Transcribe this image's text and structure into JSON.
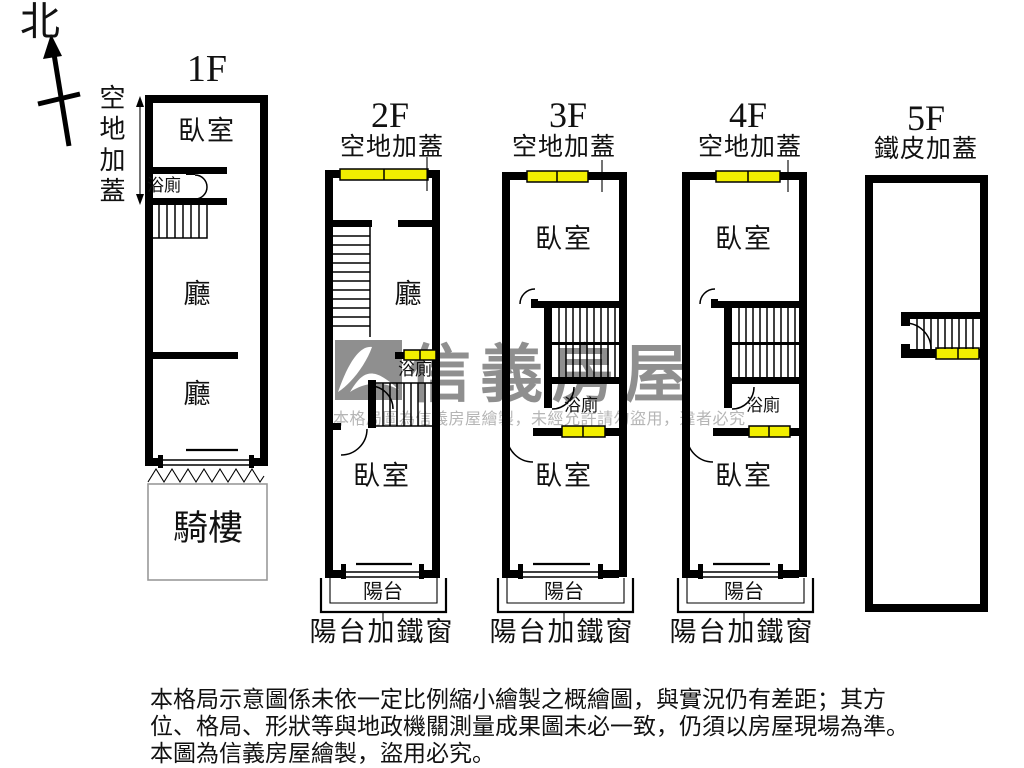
{
  "compass": {
    "north": "北"
  },
  "f1": {
    "title": "1F",
    "side_label": "空地加蓋",
    "bedroom": "臥室",
    "bath": "浴廁",
    "hall_upper": "廳",
    "hall_lower": "廳",
    "arcade": "騎樓"
  },
  "f2": {
    "title": "2F",
    "top_label": "空地加蓋",
    "hall": "廳",
    "bath": "浴廁",
    "bedroom": "臥室",
    "balcony": "陽台",
    "bottom_label": "陽台加鐵窗"
  },
  "f3": {
    "title": "3F",
    "top_label": "空地加蓋",
    "bedroom_top": "臥室",
    "bath": "浴廁",
    "bedroom": "臥室",
    "balcony": "陽台",
    "bottom_label": "陽台加鐵窗"
  },
  "f4": {
    "title": "4F",
    "top_label": "空地加蓋",
    "bedroom_top": "臥室",
    "bath": "浴廁",
    "bedroom": "臥室",
    "balcony": "陽台",
    "bottom_label": "陽台加鐵窗"
  },
  "f5": {
    "title": "5F",
    "top_label": "鐵皮加蓋"
  },
  "watermark": {
    "brand": "信義房屋",
    "notice": "本格局圖為信義房屋繪製，未經允許請勿盜用，違者必究"
  },
  "disclaimer": {
    "line1": "本格局示意圖係未依一定比例縮小繪製之概繪圖，與實況仍有差距；其方",
    "line2": "位、格局、形狀等與地政機關測量成果圖未必一致，仍須以房屋現場為準。",
    "line3": "本圖為信義房屋繪製，盜用必究。"
  },
  "colors": {
    "wall": "#000000",
    "window_yellow": "#f2ef00",
    "watermark_gray": "#8f8f8f",
    "watermark_light": "#b5b5b5",
    "arcade_border": "#999999"
  }
}
